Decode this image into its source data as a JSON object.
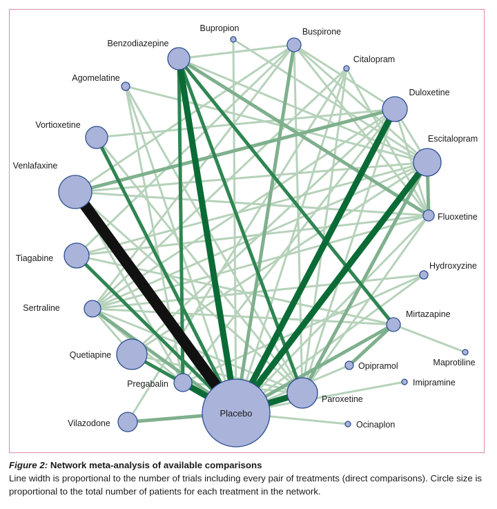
{
  "caption": {
    "figure_label": "Figure 2:",
    "title": "Network meta-analysis of available comparisons",
    "text": "Line width is proportional to the number of trials including every pair of treatments (direct comparisons). Circle size is proportional to the total number of patients for each treatment in the network."
  },
  "colors": {
    "node_fill": "#aab3da",
    "node_stroke": "#2a4d8f",
    "edge_light": "#b6d2ba",
    "edge_mid": "#7fb08d",
    "edge_strong": "#2f8552",
    "edge_darkgreen": "#0b6b36",
    "edge_black": "#111111",
    "frame": "#d98aaa"
  },
  "nodes": [
    {
      "id": "placebo",
      "label": "Placebo"
    },
    {
      "id": "bupropion",
      "label": "Bupropion"
    },
    {
      "id": "buspirone",
      "label": "Buspirone"
    },
    {
      "id": "citalopram",
      "label": "Citalopram"
    },
    {
      "id": "duloxetine",
      "label": "Duloxetine"
    },
    {
      "id": "escitalopram",
      "label": "Escitalopram"
    },
    {
      "id": "fluoxetine",
      "label": "Fluoxetine"
    },
    {
      "id": "hydroxyzine",
      "label": "Hydroxyzine"
    },
    {
      "id": "mirtazapine",
      "label": "Mirtazapine"
    },
    {
      "id": "maprotiline",
      "label": "Maprotiline"
    },
    {
      "id": "opipramol",
      "label": "Opipramol"
    },
    {
      "id": "imipramine",
      "label": "Imipramine"
    },
    {
      "id": "paroxetine",
      "label": "Paroxetine"
    },
    {
      "id": "ocinaplon",
      "label": "Ocinaplon"
    },
    {
      "id": "benzodiazepine",
      "label": "Benzodiazepine"
    },
    {
      "id": "agomelatine",
      "label": "Agomelatine"
    },
    {
      "id": "vortioxetine",
      "label": "Vortioxetine"
    },
    {
      "id": "venlafaxine",
      "label": "Venlafaxine"
    },
    {
      "id": "tiagabine",
      "label": "Tiagabine"
    },
    {
      "id": "sertraline",
      "label": "Sertraline"
    },
    {
      "id": "quetiapine",
      "label": "Quetiapine"
    },
    {
      "id": "pregabalin",
      "label": "Pregabalin"
    },
    {
      "id": "vilazodone",
      "label": "Vilazodone"
    }
  ],
  "edges": [
    {
      "from": "venlafaxine",
      "to": "placebo",
      "strength": "black"
    },
    {
      "from": "benzodiazepine",
      "to": "placebo",
      "strength": "darkgreen"
    },
    {
      "from": "duloxetine",
      "to": "placebo",
      "strength": "darkgreen"
    },
    {
      "from": "escitalopram",
      "to": "placebo",
      "strength": "darkgreen"
    },
    {
      "from": "paroxetine",
      "to": "placebo",
      "strength": "darkgreen"
    },
    {
      "from": "pregabalin",
      "to": "placebo",
      "strength": "darkgreen"
    },
    {
      "from": "benzodiazepine",
      "to": "pregabalin",
      "strength": "strong"
    },
    {
      "from": "benzodiazepine",
      "to": "mirtazapine",
      "strength": "strong"
    },
    {
      "from": "benzodiazepine",
      "to": "paroxetine",
      "strength": "strong"
    },
    {
      "from": "vortioxetine",
      "to": "placebo",
      "strength": "strong"
    },
    {
      "from": "tiagabine",
      "to": "placebo",
      "strength": "strong"
    },
    {
      "from": "quetiapine",
      "to": "placebo",
      "strength": "strong"
    },
    {
      "from": "sertraline",
      "to": "placebo",
      "strength": "mid"
    },
    {
      "from": "vilazodone",
      "to": "placebo",
      "strength": "mid"
    },
    {
      "from": "buspirone",
      "to": "placebo",
      "strength": "mid"
    },
    {
      "from": "mirtazapine",
      "to": "placebo",
      "strength": "mid"
    },
    {
      "from": "escitalopram",
      "to": "paroxetine",
      "strength": "mid"
    },
    {
      "from": "mirtazapine",
      "to": "opipramol",
      "strength": "mid"
    },
    {
      "from": "escitalopram",
      "to": "fluoxetine",
      "strength": "mid"
    },
    {
      "from": "venlafaxine",
      "to": "duloxetine",
      "strength": "mid"
    },
    {
      "from": "benzodiazepine",
      "to": "fluoxetine",
      "strength": "mid"
    },
    {
      "from": "opipramol",
      "to": "placebo",
      "strength": "light"
    },
    {
      "from": "imipramine",
      "to": "placebo",
      "strength": "light"
    },
    {
      "from": "ocinaplon",
      "to": "placebo",
      "strength": "light"
    },
    {
      "from": "hydroxyzine",
      "to": "placebo",
      "strength": "light"
    },
    {
      "from": "fluoxetine",
      "to": "placebo",
      "strength": "light"
    },
    {
      "from": "citalopram",
      "to": "placebo",
      "strength": "light"
    },
    {
      "from": "agomelatine",
      "to": "placebo",
      "strength": "light"
    },
    {
      "from": "bupropion",
      "to": "placebo",
      "strength": "light"
    },
    {
      "from": "mirtazapine",
      "to": "maprotiline",
      "strength": "light"
    },
    {
      "from": "buspirone",
      "to": "duloxetine",
      "strength": "light"
    },
    {
      "from": "buspirone",
      "to": "escitalopram",
      "strength": "light"
    },
    {
      "from": "buspirone",
      "to": "fluoxetine",
      "strength": "light"
    },
    {
      "from": "buspirone",
      "to": "venlafaxine",
      "strength": "light"
    },
    {
      "from": "buspirone",
      "to": "sertraline",
      "strength": "light"
    },
    {
      "from": "buspirone",
      "to": "tiagabine",
      "strength": "light"
    },
    {
      "from": "buspirone",
      "to": "paroxetine",
      "strength": "light"
    },
    {
      "from": "bupropion",
      "to": "escitalopram",
      "strength": "light"
    },
    {
      "from": "citalopram",
      "to": "fluoxetine",
      "strength": "light"
    },
    {
      "from": "citalopram",
      "to": "sertraline",
      "strength": "light"
    },
    {
      "from": "citalopram",
      "to": "paroxetine",
      "strength": "light"
    },
    {
      "from": "citalopram",
      "to": "vilazodone",
      "strength": "light"
    },
    {
      "from": "duloxetine",
      "to": "escitalopram",
      "strength": "light"
    },
    {
      "from": "duloxetine",
      "to": "fluoxetine",
      "strength": "light"
    },
    {
      "from": "duloxetine",
      "to": "vortioxetine",
      "strength": "light"
    },
    {
      "from": "duloxetine",
      "to": "sertraline",
      "strength": "light"
    },
    {
      "from": "duloxetine",
      "to": "pregabalin",
      "strength": "light"
    },
    {
      "from": "duloxetine",
      "to": "paroxetine",
      "strength": "light"
    },
    {
      "from": "duloxetine",
      "to": "quetiapine",
      "strength": "light"
    },
    {
      "from": "escitalopram",
      "to": "venlafaxine",
      "strength": "light"
    },
    {
      "from": "escitalopram",
      "to": "sertraline",
      "strength": "light"
    },
    {
      "from": "escitalopram",
      "to": "quetiapine",
      "strength": "light"
    },
    {
      "from": "escitalopram",
      "to": "tiagabine",
      "strength": "light"
    },
    {
      "from": "escitalopram",
      "to": "agomelatine",
      "strength": "light"
    },
    {
      "from": "fluoxetine",
      "to": "venlafaxine",
      "strength": "light"
    },
    {
      "from": "fluoxetine",
      "to": "sertraline",
      "strength": "light"
    },
    {
      "from": "fluoxetine",
      "to": "paroxetine",
      "strength": "light"
    },
    {
      "from": "fluoxetine",
      "to": "tiagabine",
      "strength": "light"
    },
    {
      "from": "hydroxyzine",
      "to": "sertraline",
      "strength": "light"
    },
    {
      "from": "hydroxyzine",
      "to": "pregabalin",
      "strength": "light"
    },
    {
      "from": "mirtazapine",
      "to": "sertraline",
      "strength": "light"
    },
    {
      "from": "mirtazapine",
      "to": "tiagabine",
      "strength": "light"
    },
    {
      "from": "paroxetine",
      "to": "sertraline",
      "strength": "light"
    },
    {
      "from": "paroxetine",
      "to": "quetiapine",
      "strength": "light"
    },
    {
      "from": "paroxetine",
      "to": "vortioxetine",
      "strength": "light"
    },
    {
      "from": "paroxetine",
      "to": "pregabalin",
      "strength": "light"
    },
    {
      "from": "paroxetine",
      "to": "venlafaxine",
      "strength": "light"
    },
    {
      "from": "paroxetine",
      "to": "agomelatine",
      "strength": "light"
    },
    {
      "from": "sertraline",
      "to": "quetiapine",
      "strength": "light"
    },
    {
      "from": "sertraline",
      "to": "pregabalin",
      "strength": "light"
    },
    {
      "from": "quetiapine",
      "to": "pregabalin",
      "strength": "light"
    },
    {
      "from": "venlafaxine",
      "to": "pregabalin",
      "strength": "light"
    },
    {
      "from": "benzodiazepine",
      "to": "escitalopram",
      "strength": "light"
    },
    {
      "from": "benzodiazepine",
      "to": "buspirone",
      "strength": "light"
    },
    {
      "from": "agomelatine",
      "to": "pregabalin",
      "strength": "light"
    }
  ]
}
